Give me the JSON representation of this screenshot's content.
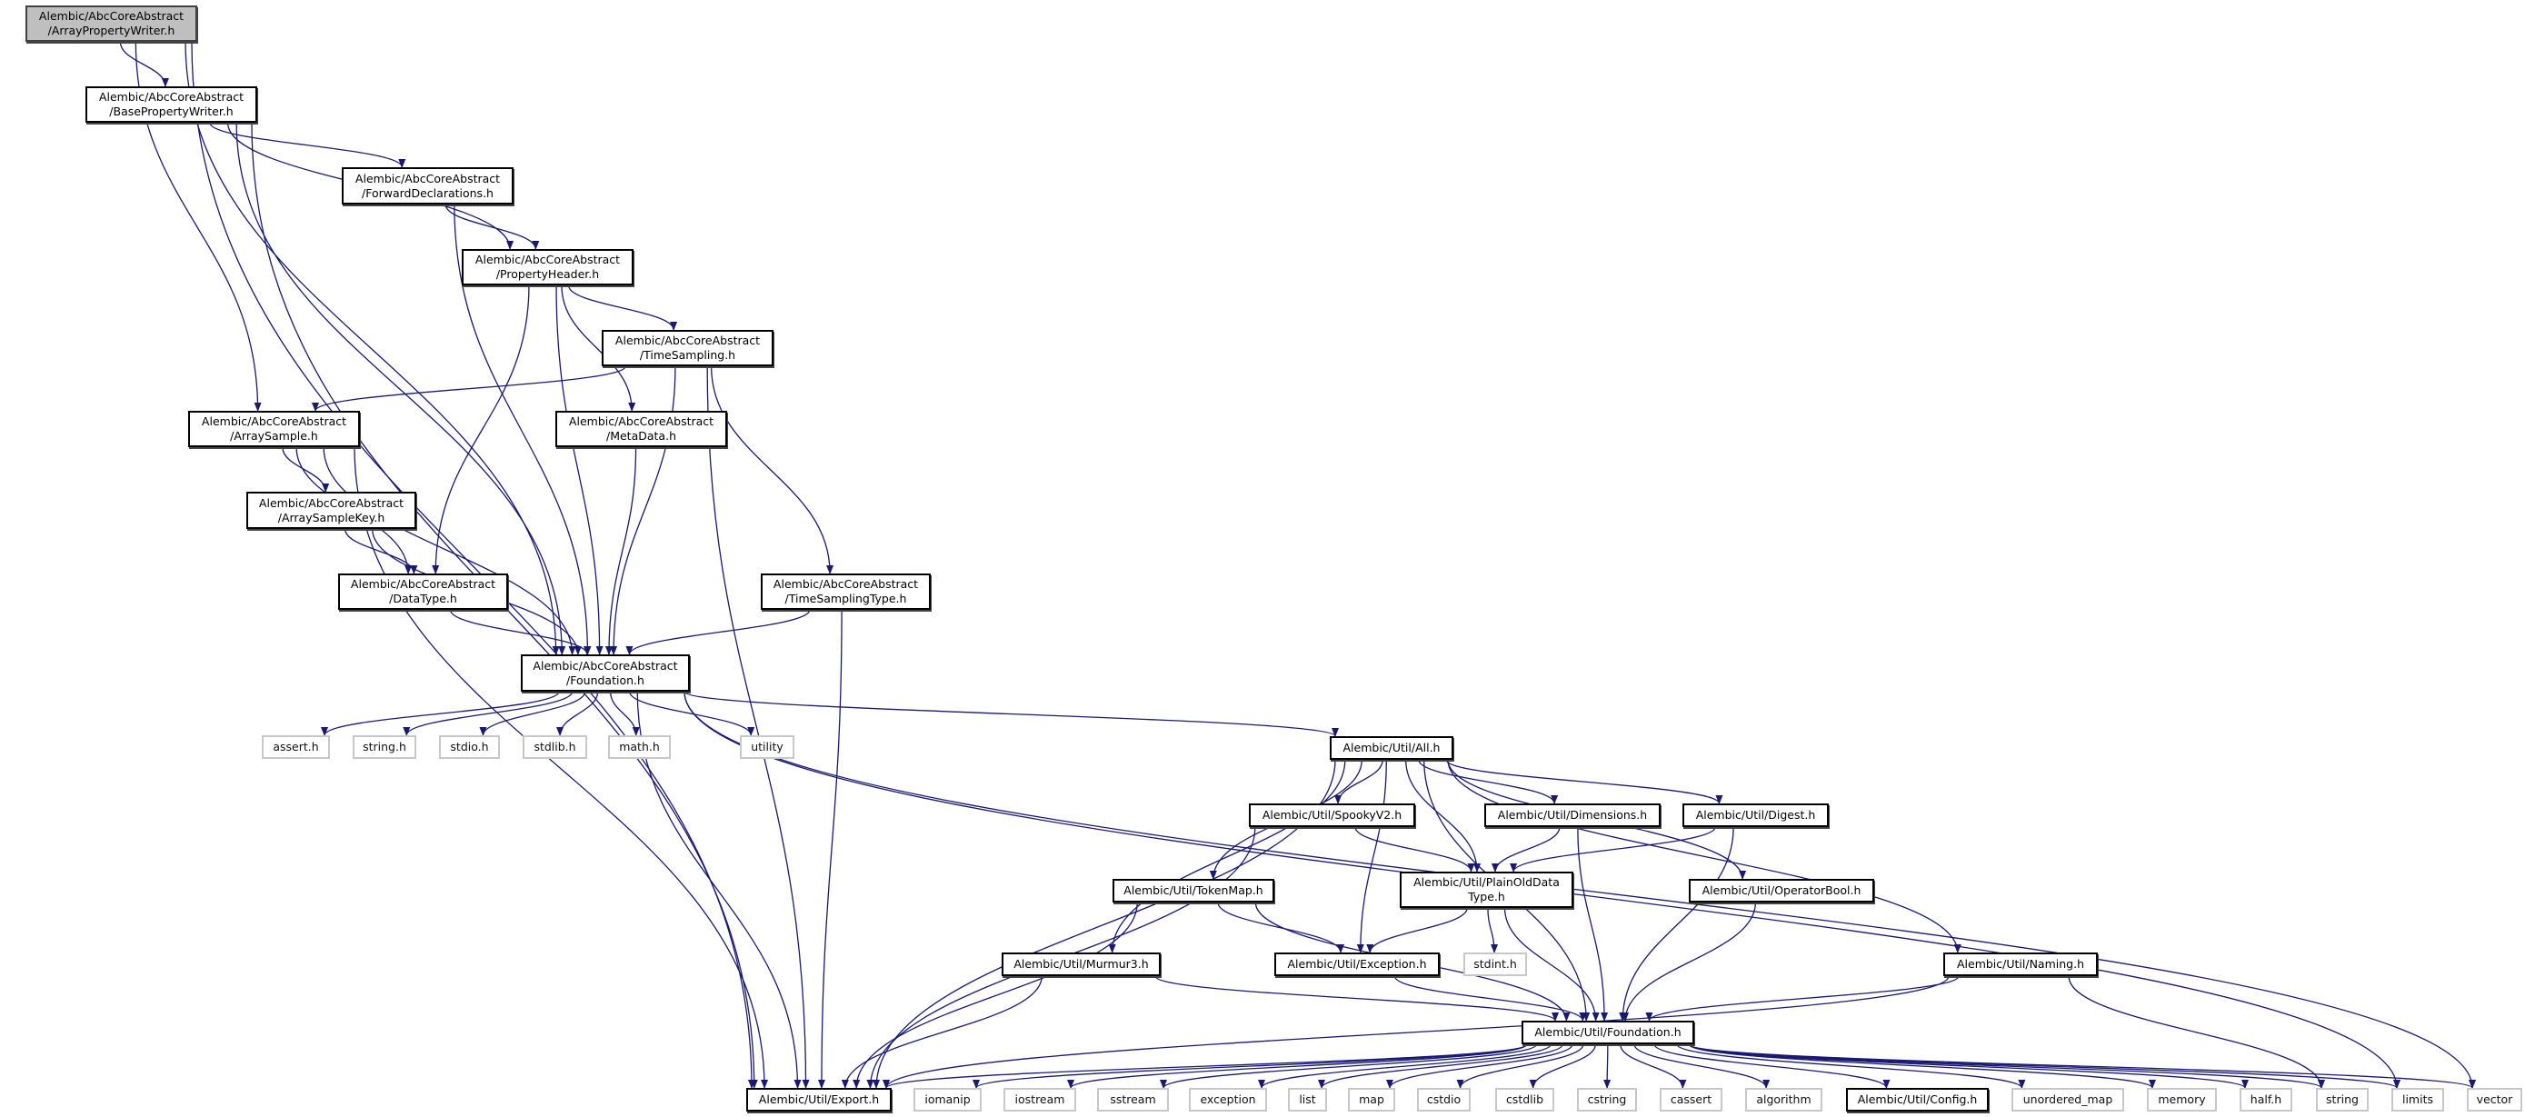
{
  "graph": {
    "title": "Include dependency graph for ArrayPropertyWriter.h",
    "edge_color": "#191970",
    "nodes": [
      {
        "id": "apw",
        "lines": [
          "Alembic/AbcCoreAbstract",
          "/ArrayPropertyWriter.h"
        ],
        "kind": "root"
      },
      {
        "id": "bpw",
        "lines": [
          "Alembic/AbcCoreAbstract",
          "/BasePropertyWriter.h"
        ],
        "kind": "doc"
      },
      {
        "id": "fwd",
        "lines": [
          "Alembic/AbcCoreAbstract",
          "/ForwardDeclarations.h"
        ],
        "kind": "doc"
      },
      {
        "id": "ph",
        "lines": [
          "Alembic/AbcCoreAbstract",
          "/PropertyHeader.h"
        ],
        "kind": "doc"
      },
      {
        "id": "ts",
        "lines": [
          "Alembic/AbcCoreAbstract",
          "/TimeSampling.h"
        ],
        "kind": "doc"
      },
      {
        "id": "as",
        "lines": [
          "Alembic/AbcCoreAbstract",
          "/ArraySample.h"
        ],
        "kind": "doc"
      },
      {
        "id": "md",
        "lines": [
          "Alembic/AbcCoreAbstract",
          "/MetaData.h"
        ],
        "kind": "doc"
      },
      {
        "id": "ask",
        "lines": [
          "Alembic/AbcCoreAbstract",
          "/ArraySampleKey.h"
        ],
        "kind": "doc"
      },
      {
        "id": "dt",
        "lines": [
          "Alembic/AbcCoreAbstract",
          "/DataType.h"
        ],
        "kind": "doc"
      },
      {
        "id": "tst",
        "lines": [
          "Alembic/AbcCoreAbstract",
          "/TimeSamplingType.h"
        ],
        "kind": "doc"
      },
      {
        "id": "af",
        "lines": [
          "Alembic/AbcCoreAbstract",
          "/Foundation.h"
        ],
        "kind": "doc"
      },
      {
        "id": "assert",
        "lines": [
          "assert.h"
        ],
        "kind": "sys"
      },
      {
        "id": "stringh",
        "lines": [
          "string.h"
        ],
        "kind": "sys"
      },
      {
        "id": "stdio",
        "lines": [
          "stdio.h"
        ],
        "kind": "sys"
      },
      {
        "id": "stdlib",
        "lines": [
          "stdlib.h"
        ],
        "kind": "sys"
      },
      {
        "id": "math",
        "lines": [
          "math.h"
        ],
        "kind": "sys"
      },
      {
        "id": "utility",
        "lines": [
          "utility"
        ],
        "kind": "sys"
      },
      {
        "id": "all",
        "lines": [
          "Alembic/Util/All.h"
        ],
        "kind": "doc"
      },
      {
        "id": "spooky",
        "lines": [
          "Alembic/Util/SpookyV2.h"
        ],
        "kind": "doc"
      },
      {
        "id": "dim",
        "lines": [
          "Alembic/Util/Dimensions.h"
        ],
        "kind": "doc"
      },
      {
        "id": "digest",
        "lines": [
          "Alembic/Util/Digest.h"
        ],
        "kind": "doc"
      },
      {
        "id": "pod",
        "lines": [
          "Alembic/Util/PlainOldData",
          "Type.h"
        ],
        "kind": "doc"
      },
      {
        "id": "opb",
        "lines": [
          "Alembic/Util/OperatorBool.h"
        ],
        "kind": "doc"
      },
      {
        "id": "tok",
        "lines": [
          "Alembic/Util/TokenMap.h"
        ],
        "kind": "doc"
      },
      {
        "id": "exc",
        "lines": [
          "Alembic/Util/Exception.h"
        ],
        "kind": "doc"
      },
      {
        "id": "stdint",
        "lines": [
          "stdint.h"
        ],
        "kind": "sys"
      },
      {
        "id": "naming",
        "lines": [
          "Alembic/Util/Naming.h"
        ],
        "kind": "doc"
      },
      {
        "id": "mur",
        "lines": [
          "Alembic/Util/Murmur3.h"
        ],
        "kind": "doc"
      },
      {
        "id": "uf",
        "lines": [
          "Alembic/Util/Foundation.h"
        ],
        "kind": "doc"
      },
      {
        "id": "export",
        "lines": [
          "Alembic/Util/Export.h"
        ],
        "kind": "doc"
      },
      {
        "id": "iomanip",
        "lines": [
          "iomanip"
        ],
        "kind": "sys"
      },
      {
        "id": "iostream",
        "lines": [
          "iostream"
        ],
        "kind": "sys"
      },
      {
        "id": "sstream",
        "lines": [
          "sstream"
        ],
        "kind": "sys"
      },
      {
        "id": "exception",
        "lines": [
          "exception"
        ],
        "kind": "sys"
      },
      {
        "id": "list",
        "lines": [
          "list"
        ],
        "kind": "sys"
      },
      {
        "id": "map",
        "lines": [
          "map"
        ],
        "kind": "sys"
      },
      {
        "id": "cstdio",
        "lines": [
          "cstdio"
        ],
        "kind": "sys"
      },
      {
        "id": "cstdlib",
        "lines": [
          "cstdlib"
        ],
        "kind": "sys"
      },
      {
        "id": "cstring",
        "lines": [
          "cstring"
        ],
        "kind": "sys"
      },
      {
        "id": "cassert",
        "lines": [
          "cassert"
        ],
        "kind": "sys"
      },
      {
        "id": "algorithm",
        "lines": [
          "algorithm"
        ],
        "kind": "sys"
      },
      {
        "id": "config",
        "lines": [
          "Alembic/Util/Config.h"
        ],
        "kind": "doc"
      },
      {
        "id": "umap",
        "lines": [
          "unordered_map"
        ],
        "kind": "sys"
      },
      {
        "id": "memory",
        "lines": [
          "memory"
        ],
        "kind": "sys"
      },
      {
        "id": "half",
        "lines": [
          "half.h"
        ],
        "kind": "sys"
      },
      {
        "id": "string",
        "lines": [
          "string"
        ],
        "kind": "sys"
      },
      {
        "id": "limits",
        "lines": [
          "limits"
        ],
        "kind": "sys"
      },
      {
        "id": "vector",
        "lines": [
          "vector"
        ],
        "kind": "sys"
      }
    ],
    "edges": [
      [
        "apw",
        "bpw"
      ],
      [
        "apw",
        "as"
      ],
      [
        "apw",
        "af"
      ],
      [
        "apw",
        "export"
      ],
      [
        "bpw",
        "fwd"
      ],
      [
        "bpw",
        "ph"
      ],
      [
        "bpw",
        "af"
      ],
      [
        "bpw",
        "export"
      ],
      [
        "fwd",
        "ph"
      ],
      [
        "fwd",
        "af"
      ],
      [
        "ph",
        "ts"
      ],
      [
        "ph",
        "md"
      ],
      [
        "ph",
        "dt"
      ],
      [
        "ph",
        "af"
      ],
      [
        "ts",
        "as"
      ],
      [
        "ts",
        "af"
      ],
      [
        "ts",
        "tst"
      ],
      [
        "ts",
        "export"
      ],
      [
        "as",
        "ask"
      ],
      [
        "as",
        "dt"
      ],
      [
        "as",
        "af"
      ],
      [
        "as",
        "export"
      ],
      [
        "ask",
        "dt"
      ],
      [
        "ask",
        "af"
      ],
      [
        "md",
        "af"
      ],
      [
        "dt",
        "af"
      ],
      [
        "tst",
        "af"
      ],
      [
        "tst",
        "export"
      ],
      [
        "af",
        "assert"
      ],
      [
        "af",
        "stringh"
      ],
      [
        "af",
        "stdio"
      ],
      [
        "af",
        "stdlib"
      ],
      [
        "af",
        "math"
      ],
      [
        "af",
        "utility"
      ],
      [
        "af",
        "export"
      ],
      [
        "af",
        "all"
      ],
      [
        "af",
        "limits"
      ],
      [
        "af",
        "vector"
      ],
      [
        "all",
        "spooky"
      ],
      [
        "all",
        "dim"
      ],
      [
        "all",
        "digest"
      ],
      [
        "all",
        "pod"
      ],
      [
        "all",
        "opb"
      ],
      [
        "all",
        "tok"
      ],
      [
        "all",
        "mur"
      ],
      [
        "all",
        "exc"
      ],
      [
        "all",
        "naming"
      ],
      [
        "all",
        "uf"
      ],
      [
        "all",
        "export"
      ],
      [
        "spooky",
        "pod"
      ],
      [
        "spooky",
        "export"
      ],
      [
        "dim",
        "pod"
      ],
      [
        "dim",
        "uf"
      ],
      [
        "digest",
        "pod"
      ],
      [
        "digest",
        "uf"
      ],
      [
        "pod",
        "exc"
      ],
      [
        "pod",
        "stdint"
      ],
      [
        "pod",
        "uf"
      ],
      [
        "opb",
        "uf"
      ],
      [
        "tok",
        "exc"
      ],
      [
        "tok",
        "uf"
      ],
      [
        "tok",
        "export"
      ],
      [
        "mur",
        "uf"
      ],
      [
        "mur",
        "export"
      ],
      [
        "exc",
        "uf"
      ],
      [
        "naming",
        "uf"
      ],
      [
        "naming",
        "export"
      ],
      [
        "naming",
        "string"
      ],
      [
        "uf",
        "export"
      ],
      [
        "uf",
        "iomanip"
      ],
      [
        "uf",
        "iostream"
      ],
      [
        "uf",
        "sstream"
      ],
      [
        "uf",
        "exception"
      ],
      [
        "uf",
        "list"
      ],
      [
        "uf",
        "map"
      ],
      [
        "uf",
        "cstdio"
      ],
      [
        "uf",
        "cstdlib"
      ],
      [
        "uf",
        "cstring"
      ],
      [
        "uf",
        "cassert"
      ],
      [
        "uf",
        "algorithm"
      ],
      [
        "uf",
        "config"
      ],
      [
        "uf",
        "umap"
      ],
      [
        "uf",
        "memory"
      ],
      [
        "uf",
        "half"
      ],
      [
        "uf",
        "string"
      ],
      [
        "uf",
        "limits"
      ],
      [
        "uf",
        "vector"
      ]
    ]
  }
}
